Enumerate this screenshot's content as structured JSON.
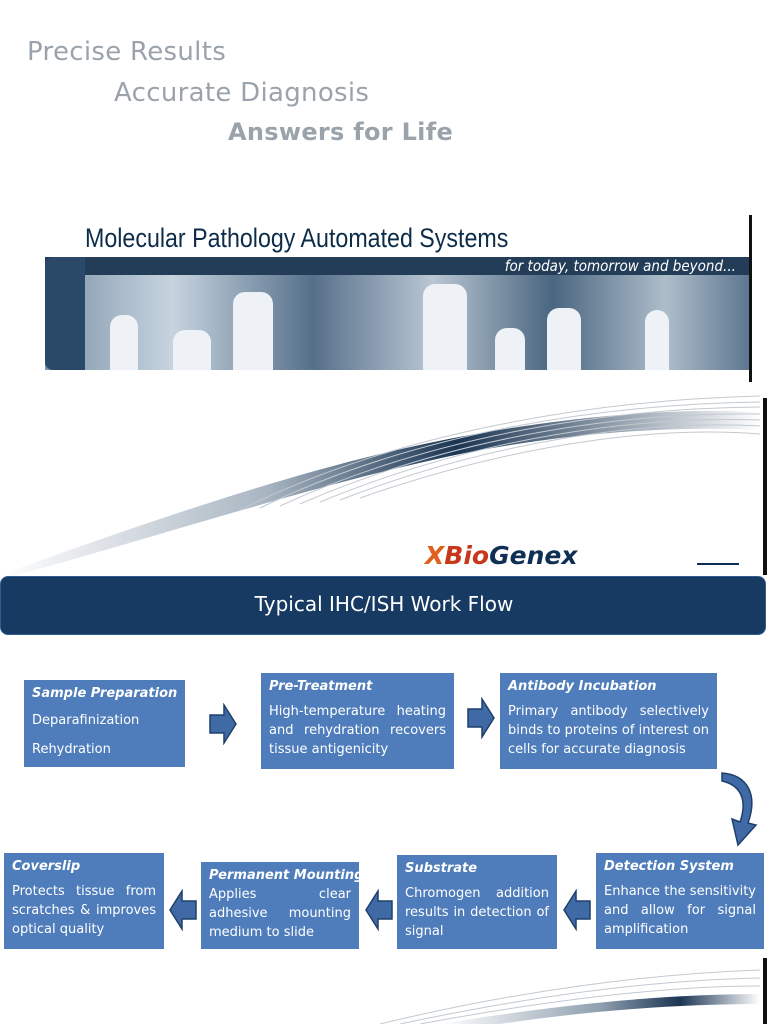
{
  "taglines": [
    "Precise Results",
    "Accurate Diagnosis",
    "Answers for Life"
  ],
  "banner": {
    "title": "Molecular Pathology Automated Systems",
    "subtitle": "for today, tomorrow and beyond..."
  },
  "logo": {
    "x_mark": "X",
    "bio": "Bio",
    "genex": "Genex"
  },
  "workflow": {
    "title": "Typical IHC/ISH Work Flow",
    "steps": [
      {
        "title": "Sample Preparation",
        "lines": [
          "Deparafinization",
          "Rehydration"
        ]
      },
      {
        "title": "Pre-Treatment",
        "text": "High-temperature heating and rehydration recovers tissue antigenicity"
      },
      {
        "title": "Antibody Incubation",
        "text": "Primary antibody selectively binds to proteins of interest on cells for accurate diagnosis"
      },
      {
        "title": "Detection System",
        "text": "Enhance the sensitivity and allow for signal amplification"
      },
      {
        "title": "Substrate",
        "text": "Chromogen addition results in detection of signal"
      },
      {
        "title": "Permanent Mounting",
        "text": "Applies clear adhesive mounting medium to slide"
      },
      {
        "title": "Coverslip",
        "text": "Protects tissue from scratches & improves optical quality"
      }
    ]
  },
  "colors": {
    "box": "#4f7dbb",
    "header": "#173a63",
    "tagline": "#9aa3ab",
    "logo_orange": "#e0601c",
    "logo_red": "#c8361c",
    "logo_navy": "#0f2f54"
  }
}
